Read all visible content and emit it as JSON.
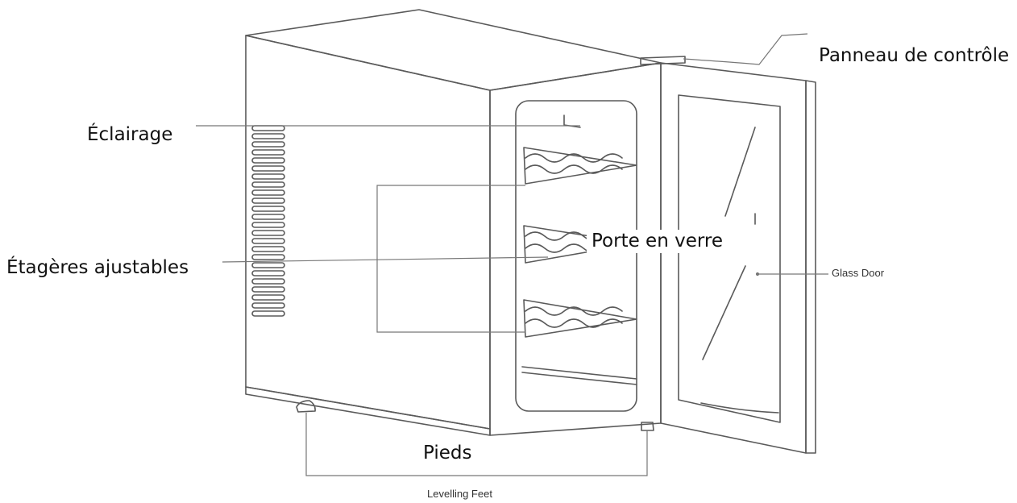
{
  "labels": {
    "panneau_de_controle": "Panneau de contrôle",
    "eclairage": "Éclairage",
    "etageres_ajustables": "Étagères ajustables",
    "porte_en_verre": "Porte en verre",
    "pieds": "Pieds",
    "glass_door": "Glass Door",
    "levelling_feet": "Levelling Feet"
  },
  "colors": {
    "line": "#5a5a5a",
    "leader": "#777777",
    "background": "#ffffff",
    "text": "#111111"
  }
}
